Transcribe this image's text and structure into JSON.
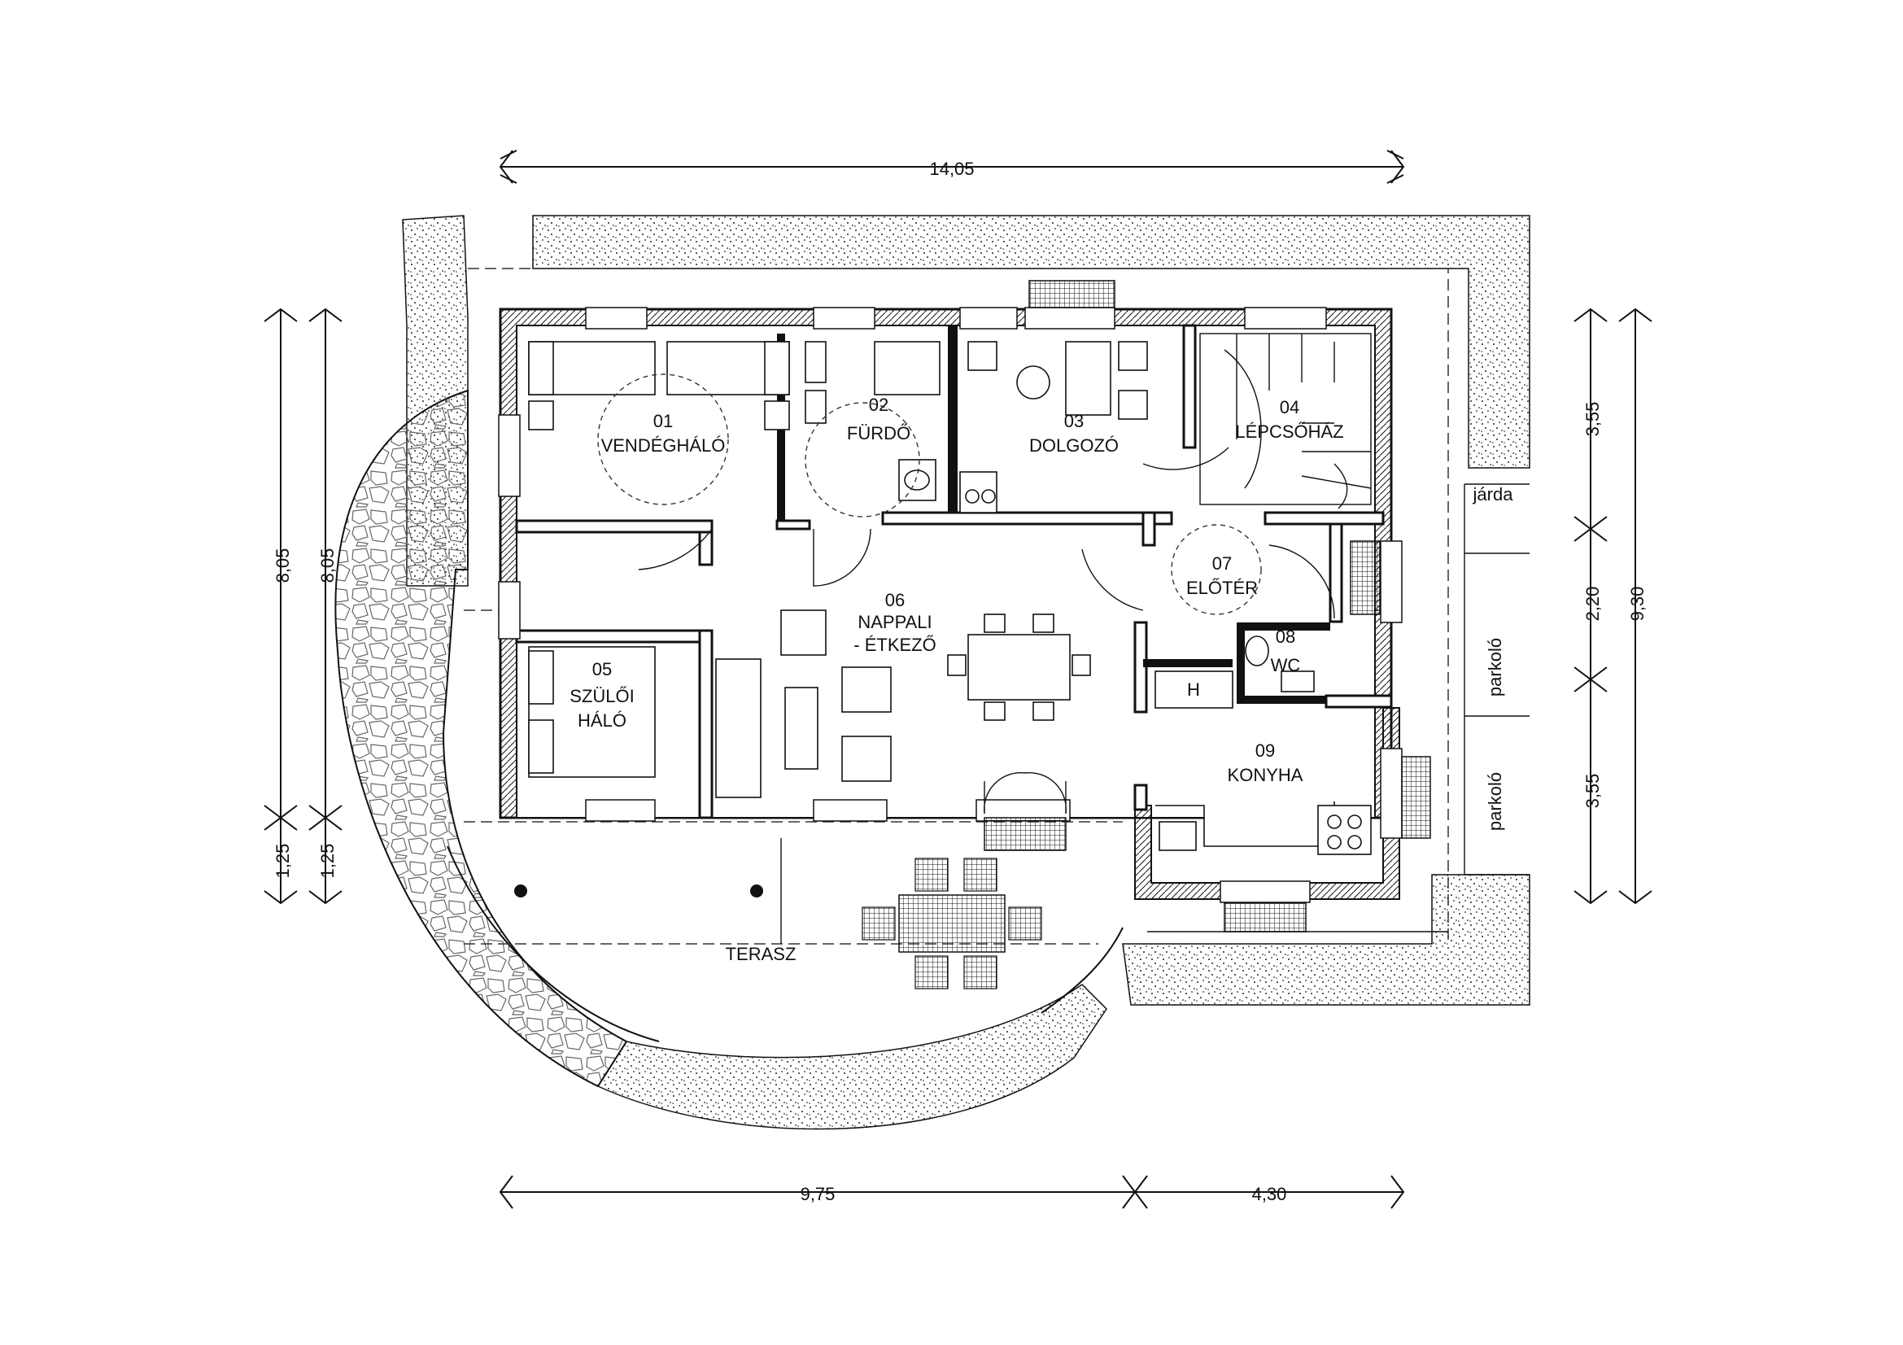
{
  "rooms": [
    {
      "num": "01",
      "name": "VENDÉGHÁLÓ"
    },
    {
      "num": "02",
      "name": "FÜRDŐ"
    },
    {
      "num": "03",
      "name": "DOLGOZÓ"
    },
    {
      "num": "04",
      "name": "LÉPCSŐHÁZ"
    },
    {
      "num": "05",
      "name": "SZÜLŐI",
      "name2": "HÁLÓ"
    },
    {
      "num": "06",
      "name": "NAPPALI",
      "name2": "- ÉTKEZŐ"
    },
    {
      "num": "07",
      "name": "ELŐTÉR"
    },
    {
      "num": "08",
      "name": "WC"
    },
    {
      "num": "09",
      "name": "KONYHA"
    }
  ],
  "exterior": {
    "terrace": "TERASZ",
    "sidewalk": "járda",
    "parking1": "parkoló",
    "parking2": "parkoló",
    "heater": "H"
  },
  "dimensions": {
    "top_total": "14,05",
    "bottom_left": "9,75",
    "bottom_right": "4,30",
    "left_a_main": "8,05",
    "left_a_sub": "1,25",
    "left_b_main": "8,05",
    "left_b_sub": "1,25",
    "right_a_1": "3,55",
    "right_a_2": "2,20",
    "right_a_3": "3,55",
    "right_b_total": "9,30"
  }
}
